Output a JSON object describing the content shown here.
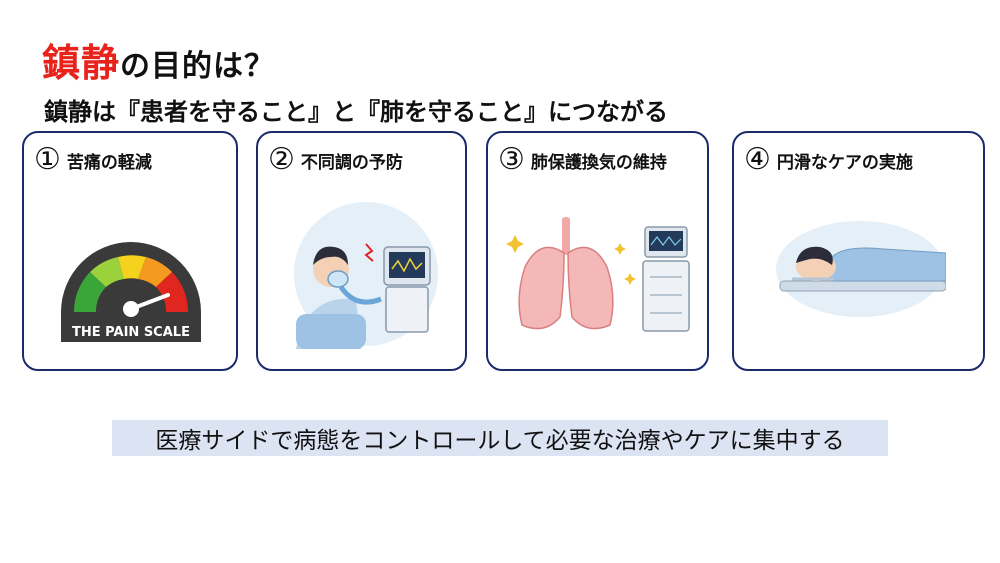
{
  "header": {
    "title_accent": "鎮静",
    "title_rest": "の目的は？",
    "subtitle": "鎮静は『患者を守ること』と『肺を守ること』につながる"
  },
  "cards": [
    {
      "num": "①",
      "title": "苦痛の軽減",
      "image_text": "THE PAIN SCALE",
      "icon": "pain-scale-gauge"
    },
    {
      "num": "②",
      "title": "不同調の予防",
      "icon": "patient-ventilator-asynchrony"
    },
    {
      "num": "③",
      "title": "肺保護換気の維持",
      "icon": "lungs-and-ventilator"
    },
    {
      "num": "④",
      "title": "円滑なケアの実施",
      "icon": "patient-lying-on-bed"
    }
  ],
  "footer": {
    "text": "医療サイドで病態をコントロールして必要な治療やケアに集中する"
  },
  "colors": {
    "accent": "#e8231b",
    "card_border": "#1b2a6b",
    "footer_bg": "#dce3f3"
  }
}
